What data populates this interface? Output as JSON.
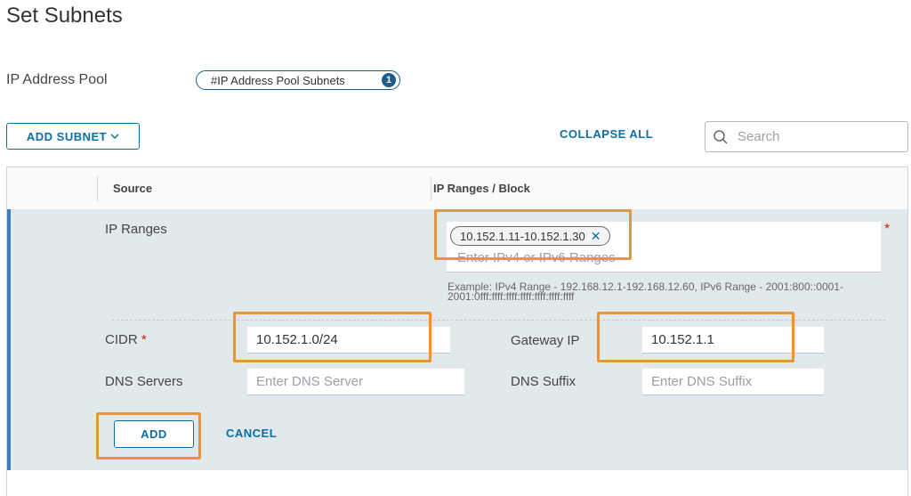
{
  "page": {
    "title": "Set Subnets"
  },
  "pool": {
    "label": "IP Address Pool",
    "pill_label": "#IP Address Pool Subnets",
    "pill_count": "1"
  },
  "toolbar": {
    "add_subnet_label": "ADD SUBNET",
    "collapse_all_label": "COLLAPSE ALL",
    "search_placeholder": "Search"
  },
  "grid": {
    "columns": [
      "Source",
      "IP Ranges / Block"
    ]
  },
  "form": {
    "ip_ranges_label": "IP Ranges",
    "ip_range_tag": "10.152.1.11-10.152.1.30",
    "ip_ranges_placeholder": "Enter IPv4 or IPv6 Ranges",
    "ip_ranges_example": "Example: IPv4 Range - 192.168.12.1-192.168.12.60, IPv6 Range - 2001:800::0001-2001:0fff:ffff:ffff:ffff:ffff:ffff:ffff",
    "cidr_label": "CIDR",
    "cidr_value": "10.152.1.0/24",
    "gateway_label": "Gateway IP",
    "gateway_value": "10.152.1.1",
    "dns_servers_label": "DNS Servers",
    "dns_servers_placeholder": "Enter DNS Server",
    "dns_suffix_label": "DNS Suffix",
    "dns_suffix_placeholder": "Enter DNS Suffix",
    "add_label": "ADD",
    "cancel_label": "CANCEL",
    "required_mark": "*"
  },
  "icons": {
    "search": "search-icon",
    "dropdown": "chevron-down-icon",
    "remove": "close-icon"
  },
  "colors": {
    "accent": "#0b6fa6",
    "highlight": "#e8943a",
    "panel": "#e2e9ec",
    "required": "#c92100"
  }
}
